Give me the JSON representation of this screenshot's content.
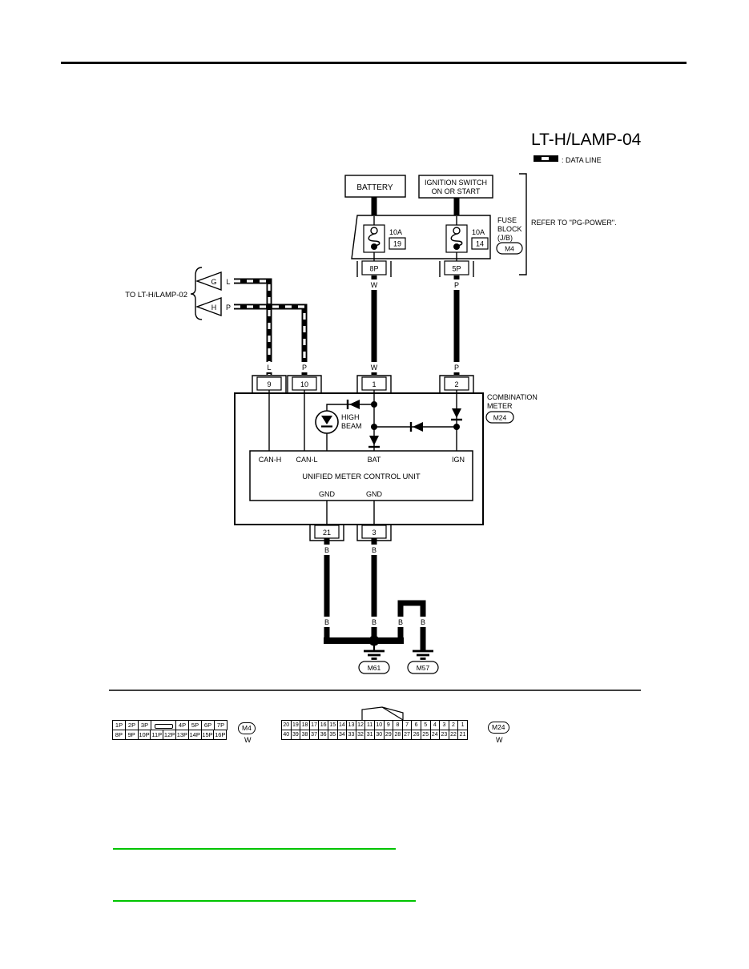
{
  "page": {
    "title": "LT-H/LAMP-04"
  },
  "legend": {
    "data_line": ": DATA LINE"
  },
  "power": {
    "battery": "BATTERY",
    "ignition_line1": "IGNITION SWITCH",
    "ignition_line2": "ON OR START"
  },
  "fuse_block": {
    "label_line1": "FUSE",
    "label_line2": "BLOCK",
    "label_line3": "(J/B)",
    "connector": "M4",
    "refer": "REFER TO \"PG-POWER\".",
    "fuse1": {
      "rating": "10A",
      "number": "19"
    },
    "fuse2": {
      "rating": "10A",
      "number": "14"
    },
    "out1": "8P",
    "out2": "5P"
  },
  "left_ref": {
    "label": "TO LT-H/LAMP-02",
    "arrow1": "G",
    "arrow2": "H"
  },
  "wire_colors": {
    "w": "W",
    "p": "P",
    "l": "L",
    "b": "B"
  },
  "meter": {
    "name_line1": "COMBINATION",
    "name_line2": "METER",
    "connector": "M24",
    "pins_top": [
      "9",
      "10",
      "1",
      "2"
    ],
    "pins_bottom": [
      "21",
      "3"
    ],
    "unit": "UNIFIED METER CONTROL UNIT",
    "terminals": {
      "can_h": "CAN-H",
      "can_l": "CAN-L",
      "bat": "BAT",
      "ign": "IGN",
      "gnd1": "GND",
      "gnd2": "GND"
    },
    "indicator_line1": "HIGH",
    "indicator_line2": "BEAM"
  },
  "grounds": {
    "g1": "M61",
    "g2": "M57"
  },
  "connector_views": {
    "m4": {
      "label": "M4",
      "color": "W",
      "row1": [
        "1P",
        "2P",
        "3P",
        "",
        "4P",
        "5P",
        "6P",
        "7P"
      ],
      "row2": [
        "8P",
        "9P",
        "10P",
        "11P",
        "12P",
        "13P",
        "14P",
        "15P",
        "16P"
      ]
    },
    "m24": {
      "label": "M24",
      "color": "W",
      "row1": [
        "20",
        "19",
        "18",
        "17",
        "16",
        "15",
        "14",
        "13",
        "12",
        "11",
        "10",
        "9",
        "8",
        "7",
        "6",
        "5",
        "4",
        "3",
        "2",
        "1"
      ],
      "row2": [
        "40",
        "39",
        "38",
        "37",
        "36",
        "35",
        "34",
        "33",
        "32",
        "31",
        "30",
        "29",
        "28",
        "27",
        "26",
        "25",
        "24",
        "23",
        "22",
        "21"
      ]
    }
  },
  "colors": {
    "wire": "#000000",
    "link_green": "#00C400"
  }
}
